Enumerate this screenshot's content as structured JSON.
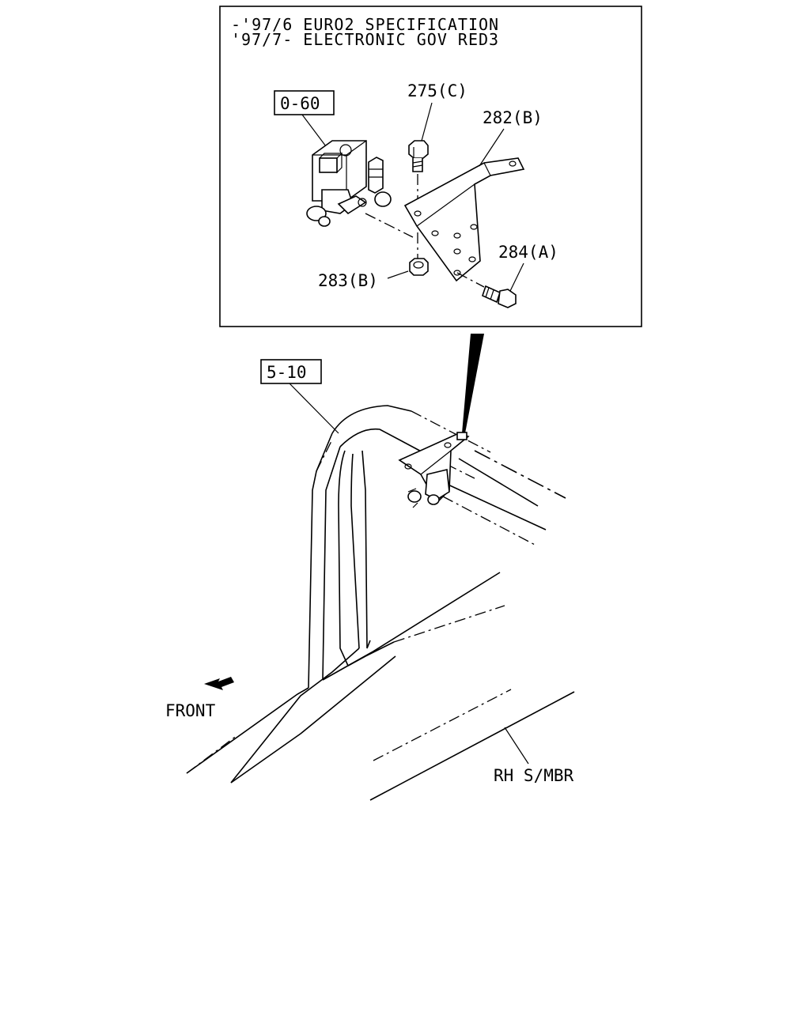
{
  "detail": {
    "header_line1": "-'97/6 EURO2 SPECIFICATION",
    "header_line2": "'97/7- ELECTRONIC GOV RED3"
  },
  "refs": {
    "valve_ref": "0-60",
    "pipe_ref": "5-10"
  },
  "callouts": {
    "bolt_top": "275(C)",
    "bracket": "282(B)",
    "nut": "283(B)",
    "bolt_side": "284(A)"
  },
  "labels": {
    "front": "FRONT",
    "side_member": "RH S/MBR"
  }
}
